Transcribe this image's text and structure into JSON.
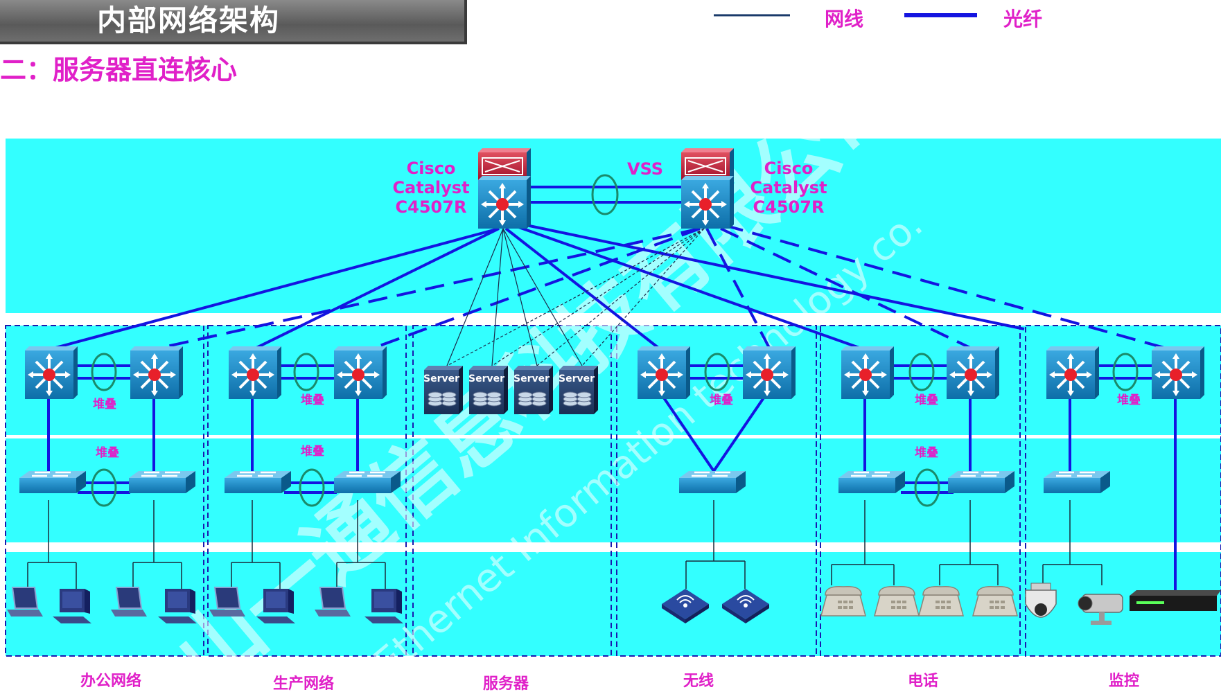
{
  "header": {
    "title": "内部网络架构",
    "subtitle": "二：服务器直连核心"
  },
  "legend": {
    "cable_label": "网线",
    "fiber_label": "光纤"
  },
  "core": {
    "left_label": [
      "Cisco",
      "Catalyst",
      "C4507R"
    ],
    "right_label": [
      "Cisco",
      "Catalyst",
      "C4507R"
    ],
    "link_label": "VSS"
  },
  "stack_label": "堆叠",
  "server_label": "Server",
  "sections": [
    {
      "name": "办公网络"
    },
    {
      "name": "生产网络"
    },
    {
      "name": "服务器"
    },
    {
      "name": "无线"
    },
    {
      "name": "电话"
    },
    {
      "name": "监控"
    }
  ],
  "watermark": {
    "cn": "山一通信息科技有限公司",
    "en": "Ethernet Information technology co."
  },
  "colors": {
    "band": "#33ffff",
    "fiber": "#1414e0",
    "label": "#e020c8",
    "switch": "#1a8fc8"
  }
}
